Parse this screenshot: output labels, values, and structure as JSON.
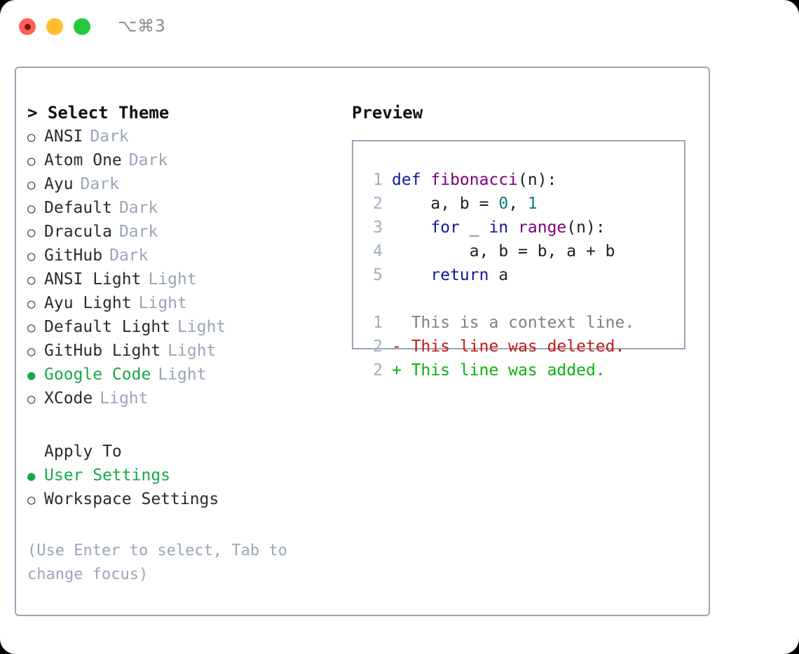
{
  "titlebar": {
    "shortcut": "⌥⌘3",
    "buttons": [
      "close",
      "minimize",
      "zoom"
    ]
  },
  "theme_picker": {
    "heading": "> Select Theme",
    "marker_selected": "●",
    "marker_unselected": "○",
    "options": [
      {
        "name": "ANSI",
        "tag": "Dark",
        "selected": false
      },
      {
        "name": "Atom One",
        "tag": "Dark",
        "selected": false
      },
      {
        "name": "Ayu",
        "tag": "Dark",
        "selected": false
      },
      {
        "name": "Default",
        "tag": "Dark",
        "selected": false
      },
      {
        "name": "Dracula",
        "tag": "Dark",
        "selected": false
      },
      {
        "name": "GitHub",
        "tag": "Dark",
        "selected": false
      },
      {
        "name": "ANSI Light",
        "tag": "Light",
        "selected": false
      },
      {
        "name": "Ayu Light",
        "tag": "Light",
        "selected": false
      },
      {
        "name": "Default Light",
        "tag": "Light",
        "selected": false
      },
      {
        "name": "GitHub Light",
        "tag": "Light",
        "selected": false
      },
      {
        "name": "Google Code",
        "tag": "Light",
        "selected": true
      },
      {
        "name": "XCode",
        "tag": "Light",
        "selected": false
      }
    ]
  },
  "apply_to": {
    "heading": "Apply To",
    "options": [
      {
        "name": "User Settings",
        "selected": true
      },
      {
        "name": "Workspace Settings",
        "selected": false
      }
    ]
  },
  "hint": "(Use Enter to select, Tab to change focus)",
  "preview": {
    "title": "Preview",
    "code_lines": [
      {
        "num": "1",
        "tokens": [
          {
            "t": "def ",
            "c": "kw"
          },
          {
            "t": "fibonacci",
            "c": "fn"
          },
          {
            "t": "(n):",
            "c": "pln"
          }
        ]
      },
      {
        "num": "2",
        "tokens": [
          {
            "t": "    a, b = ",
            "c": "pln"
          },
          {
            "t": "0",
            "c": "num"
          },
          {
            "t": ", ",
            "c": "pln"
          },
          {
            "t": "1",
            "c": "num"
          }
        ]
      },
      {
        "num": "3",
        "tokens": [
          {
            "t": "    ",
            "c": "pln"
          },
          {
            "t": "for",
            "c": "kw"
          },
          {
            "t": " _ ",
            "c": "pln"
          },
          {
            "t": "in",
            "c": "kw"
          },
          {
            "t": " ",
            "c": "pln"
          },
          {
            "t": "range",
            "c": "fn"
          },
          {
            "t": "(n):",
            "c": "pln"
          }
        ]
      },
      {
        "num": "4",
        "tokens": [
          {
            "t": "        a, b = b, a + b",
            "c": "pln"
          }
        ]
      },
      {
        "num": "5",
        "tokens": [
          {
            "t": "    ",
            "c": "pln"
          },
          {
            "t": "return",
            "c": "kw"
          },
          {
            "t": " a",
            "c": "pln"
          }
        ]
      }
    ],
    "diff_lines": [
      {
        "num": "1",
        "sign": " ",
        "text": " This is a context line.",
        "kind": "ctx"
      },
      {
        "num": "2",
        "sign": "-",
        "text": " This line was deleted.",
        "kind": "del"
      },
      {
        "num": "2",
        "sign": "+",
        "text": " This line was added.",
        "kind": "add"
      }
    ]
  },
  "colors": {
    "selected_green": "#17a84a",
    "diff_added": "#0ab20a",
    "diff_deleted": "#c41a16",
    "diff_context": "#808080",
    "keyword": "#1515a0",
    "function": "#800080",
    "number": "#0b7d77",
    "muted": "#9aa5b8",
    "line_number": "#a0aec0",
    "border": "#9aa5b8"
  }
}
